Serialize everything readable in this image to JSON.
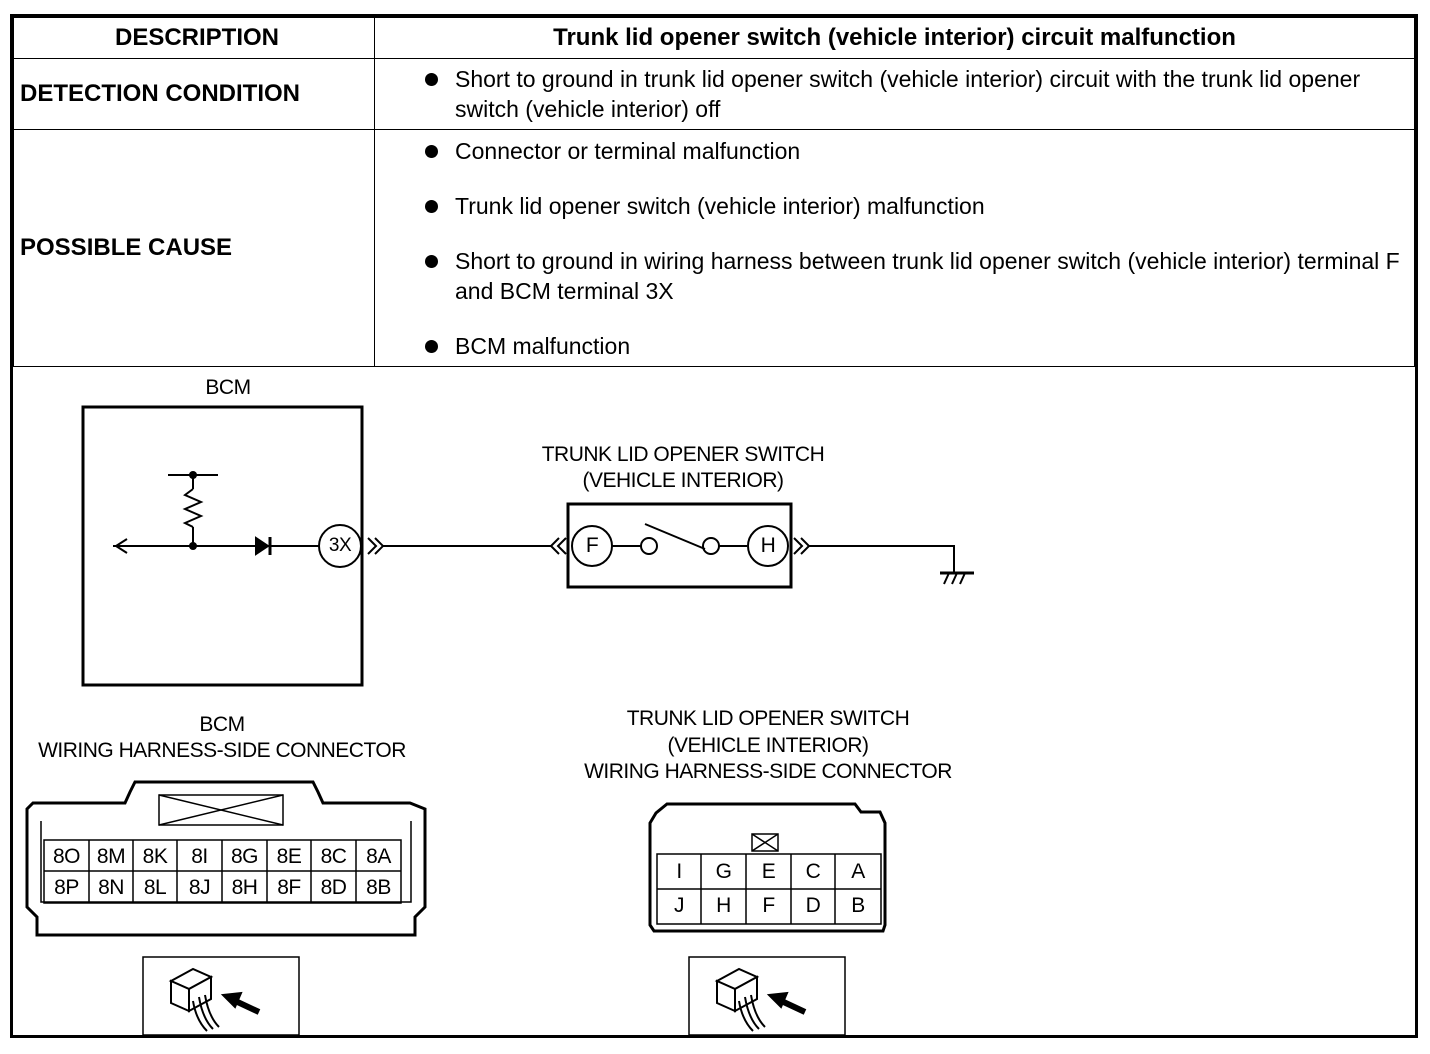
{
  "table": {
    "description_label": "DESCRIPTION",
    "description_value": "Trunk lid opener switch (vehicle interior) circuit malfunction",
    "detection_label": "DETECTION CONDITION",
    "detection_items": [
      "Short to ground in trunk lid opener switch (vehicle interior) circuit with the trunk lid opener switch (vehicle interior) off"
    ],
    "cause_label": "POSSIBLE CAUSE",
    "cause_items": [
      "Connector or terminal malfunction",
      "Trunk lid opener switch (vehicle interior) malfunction",
      "Short to ground in wiring harness between trunk lid opener switch (vehicle interior) terminal F and BCM terminal 3X",
      "BCM malfunction"
    ]
  },
  "diagram": {
    "bcm_label": "BCM",
    "bcm_terminal": "3X",
    "switch_label_line1": "TRUNK LID OPENER SWITCH",
    "switch_label_line2": "(VEHICLE INTERIOR)",
    "switch_terminal_f": "F",
    "switch_terminal_h": "H",
    "ground_icon": "ground-icon",
    "bcm_connector_title_line1": "BCM",
    "bcm_connector_title_line2": "WIRING HARNESS-SIDE CONNECTOR",
    "bcm_pins_top": [
      "8O",
      "8M",
      "8K",
      "8I",
      "8G",
      "8E",
      "8C",
      "8A"
    ],
    "bcm_pins_bottom": [
      "8P",
      "8N",
      "8L",
      "8J",
      "8H",
      "8F",
      "8D",
      "8B"
    ],
    "switch_connector_title_line1": "TRUNK LID OPENER SWITCH",
    "switch_connector_title_line2": "(VEHICLE INTERIOR)",
    "switch_connector_title_line3": "WIRING HARNESS-SIDE CONNECTOR",
    "switch_pins_top": [
      "I",
      "G",
      "E",
      "C",
      "A"
    ],
    "switch_pins_bottom": [
      "J",
      "H",
      "F",
      "D",
      "B"
    ],
    "connector_view_icon": "connector-view-arrow-icon"
  }
}
